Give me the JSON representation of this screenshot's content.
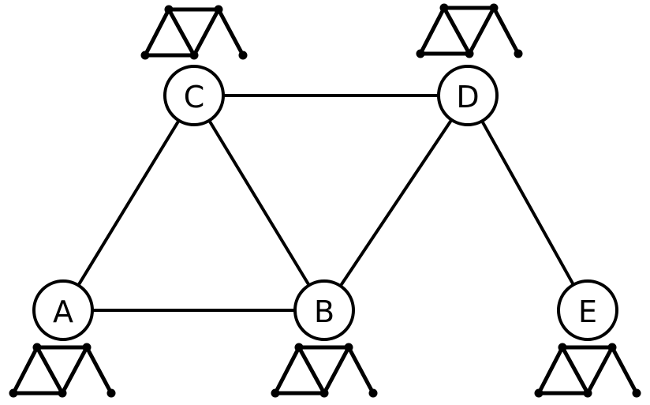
{
  "diagram": {
    "nodes": [
      {
        "id": "A",
        "label": "A"
      },
      {
        "id": "B",
        "label": "B"
      },
      {
        "id": "C",
        "label": "C"
      },
      {
        "id": "D",
        "label": "D"
      },
      {
        "id": "E",
        "label": "E"
      }
    ],
    "edges": [
      {
        "from": "C",
        "to": "D"
      },
      {
        "from": "C",
        "to": "A"
      },
      {
        "from": "C",
        "to": "B"
      },
      {
        "from": "D",
        "to": "B"
      },
      {
        "from": "D",
        "to": "E"
      },
      {
        "from": "A",
        "to": "B"
      }
    ],
    "glyph_icon": "small-graph-icon",
    "glyph_owners": [
      "C",
      "D",
      "A",
      "B",
      "E"
    ]
  }
}
